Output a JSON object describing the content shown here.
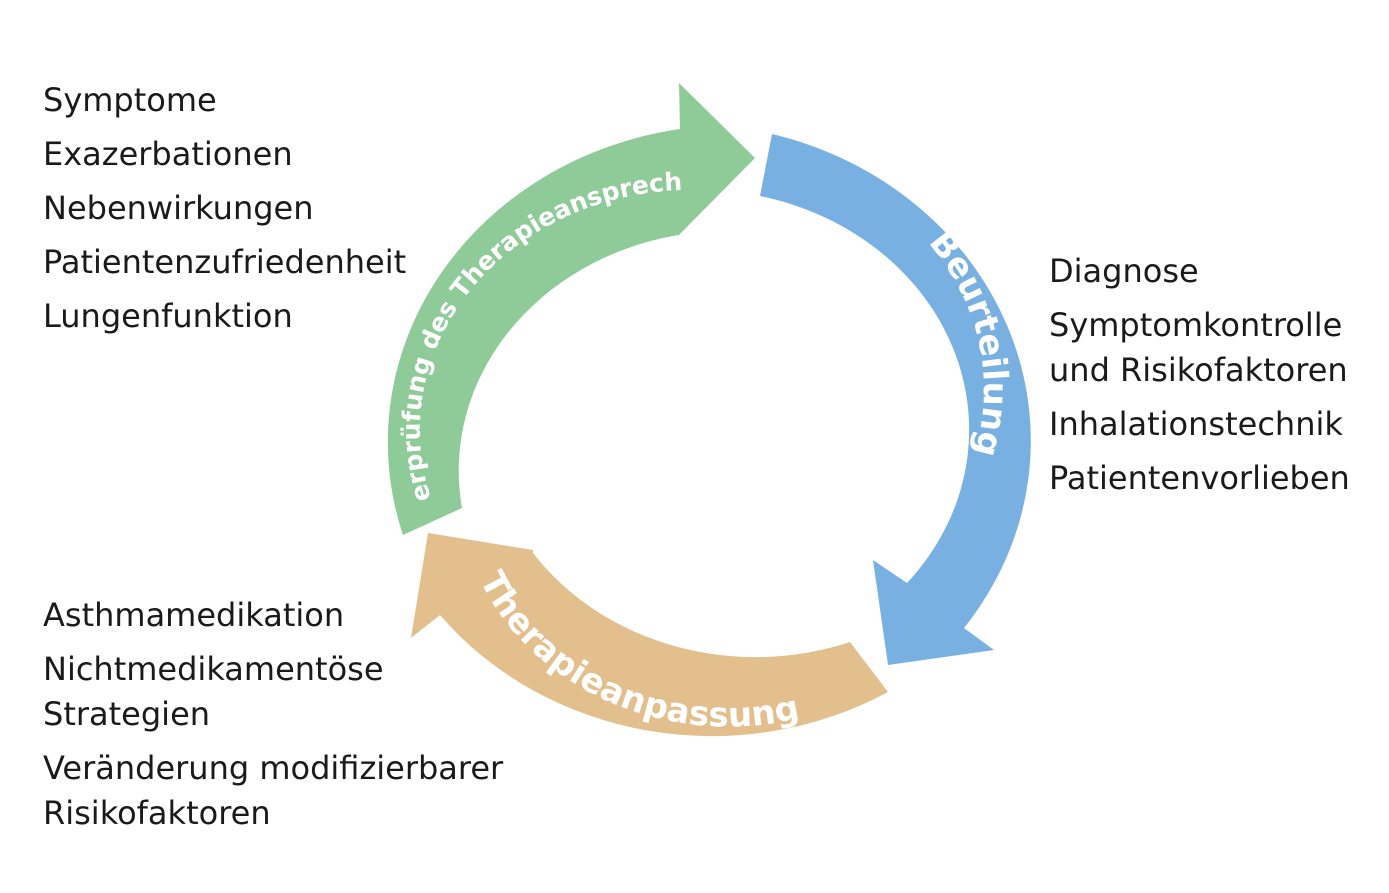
{
  "cycle": {
    "review": {
      "label": "Überprüfung des Therapieansprechens",
      "color": "#8ecb98",
      "items": [
        "Symptome",
        "Exazerbationen",
        "Nebenwirkungen",
        "Patientenzufriedenheit",
        "Lungenfunktion"
      ]
    },
    "assessment": {
      "label": "Beurteilung",
      "color": "#78b1e1",
      "items": [
        "Diagnose",
        "Symptomkontrolle\nund Risikofaktoren",
        "Inhalationstechnik",
        "Patientenvorlieben"
      ]
    },
    "adjustment": {
      "label": "Therapieanpassung",
      "color": "#e2bf8c",
      "items": [
        "Asthmamedikation",
        "Nichtmedikamentöse\nStrategien",
        "Veränderung modifizierbarer\nRisikofaktoren"
      ]
    }
  }
}
